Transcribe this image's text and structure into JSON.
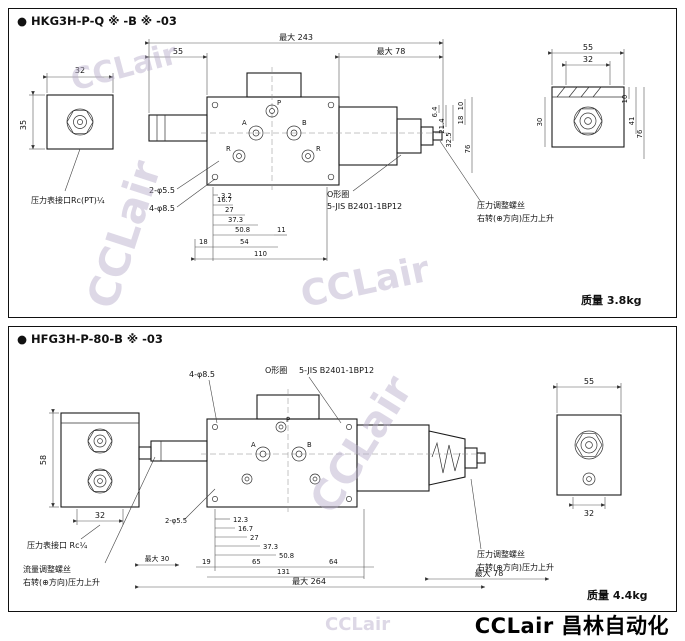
{
  "page": {
    "watermark": "CCLair",
    "brand_footer": "CCLair 昌林自动化"
  },
  "panel1": {
    "title": "● HKG3H-P-Q ※ -B ※ -03",
    "mass": "质量 3.8kg",
    "ports": {
      "p": "P",
      "a": "A",
      "b": "B",
      "r1": "R",
      "r2": "R"
    },
    "labels": {
      "holes2": "2-φ5.5",
      "holes4": "4-φ8.5",
      "gauge_port": "压力表接口Rc(PT)¼",
      "oring_name": "O形圈",
      "oring_spec": "5-JIS B2401-1BP12",
      "adjust1": "压力调整螺丝",
      "adjust2": "右转(⊕方向)压力上升"
    },
    "dims": {
      "max243": "最大 243",
      "top55": "55",
      "max78": "最大 78",
      "block32": "32",
      "block35": "35",
      "c3_2": "3.2",
      "c16_7": "16.7",
      "c27": "27",
      "c37_3": "37.3",
      "c50_8": "50.8",
      "c11": "11",
      "c18": "18",
      "c54": "54",
      "c110": "110",
      "r6_4": "6.4",
      "r21_4": "21.4",
      "r32_5": "32.5",
      "r10": "10",
      "r18": "18",
      "r76": "76",
      "sv55": "55",
      "sv32": "32",
      "sv10": "10",
      "sv41": "41",
      "sv76": "76",
      "sv30": "30"
    }
  },
  "panel2": {
    "title": "● HFG3H-P-80-B ※ -03",
    "mass": "质量 4.4kg",
    "ports": {
      "p": "P",
      "a": "A",
      "b": "B"
    },
    "labels": {
      "holes4": "4-φ8.5",
      "holes2": "2-φ5.5",
      "oring_name": "O形圈",
      "oring_spec": "5-JIS B2401-1BP12",
      "gauge_port": "压力表接口 Rc¼",
      "flow1": "流量调整螺丝",
      "flow2": "右转(⊕方向)压力上升",
      "adjust1": "压力调整螺丝",
      "adjust2": "右转(⊕方向)压力上升"
    },
    "dims": {
      "block58": "58",
      "block32": "32",
      "c12_3": "12.3",
      "c16_7": "16.7",
      "c27": "27",
      "c37_3": "37.3",
      "c50_8": "50.8",
      "b19": "19",
      "b65": "65",
      "b64": "64",
      "b131": "131",
      "max30": "最大 30",
      "max264": "最大 264",
      "max78": "最大 78",
      "sv55": "55",
      "sv32": "32"
    }
  }
}
